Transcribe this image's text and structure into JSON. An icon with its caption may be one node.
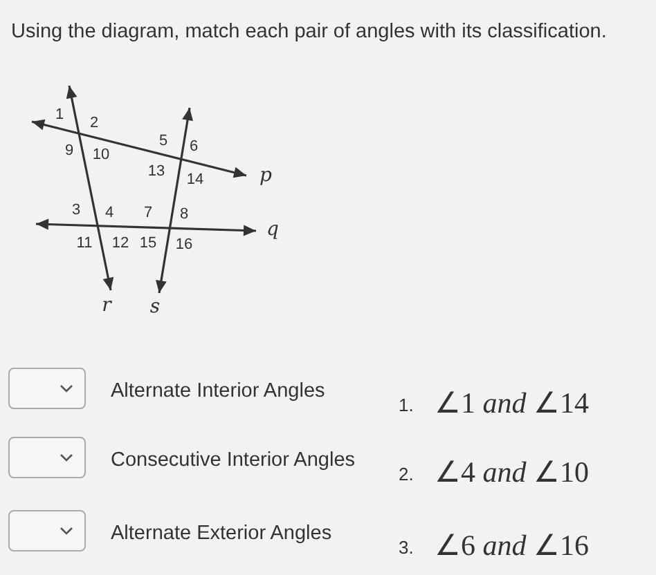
{
  "diagram": {
    "title": "Using the diagram, match each pair of angles with its classification.",
    "labels": [
      "1",
      "2",
      "9",
      "10",
      "5",
      "6",
      "13",
      "14",
      "p",
      "3",
      "4",
      "7",
      "8",
      "11",
      "12",
      "15",
      "16",
      "q",
      "r",
      "s",
      "Alternate Interior Angles",
      "1.",
      "∠1 *and* ∠14",
      "Consecutive Interior Angles",
      "2.",
      "∠4 *and* ∠10",
      "Alternate Exterior Angles",
      "3.",
      "∠6 *and* ∠16"
    ]
  }
}
